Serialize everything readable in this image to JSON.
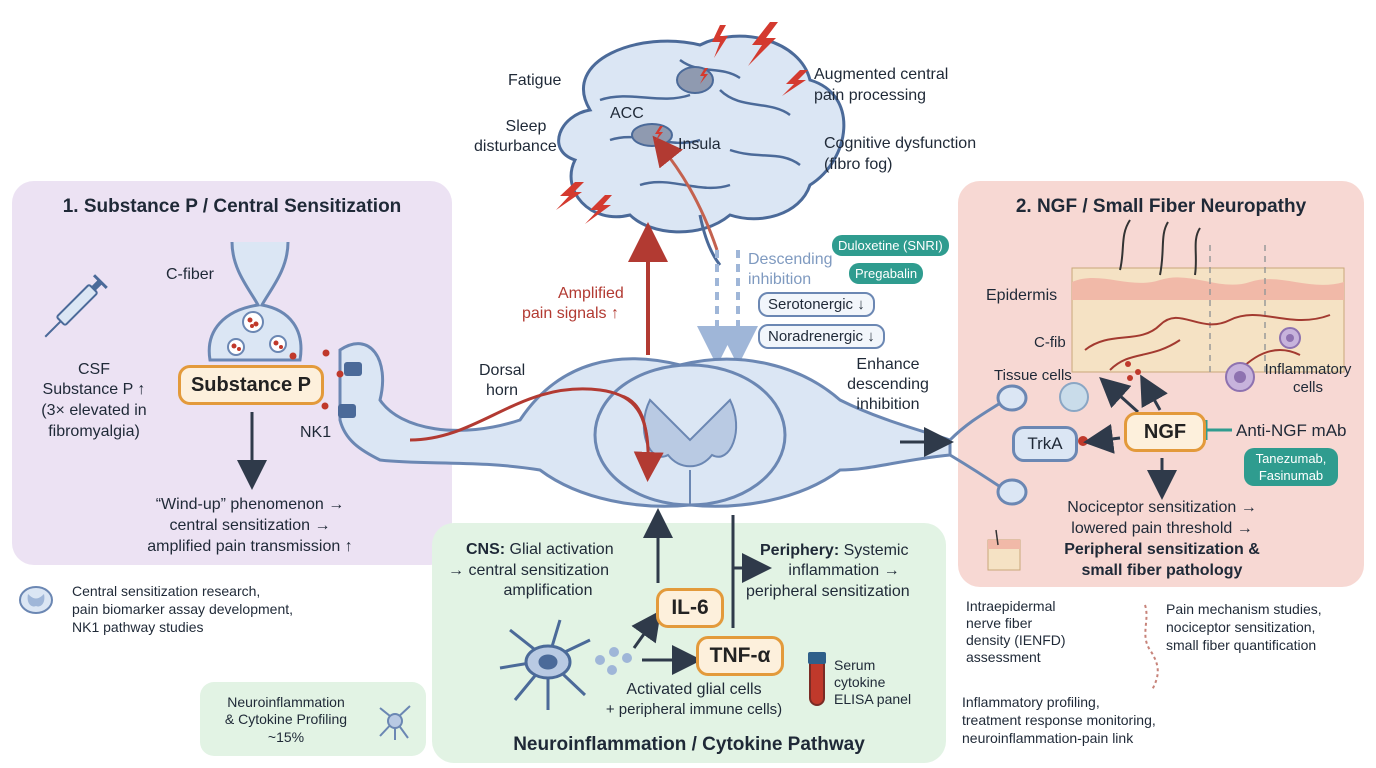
{
  "panels": {
    "substance_p": {
      "title": "1. Substance P / Central Sensitization"
    },
    "ngf": {
      "title": "2. NGF / Small Fiber Neuropathy"
    },
    "neuroinflammation": {
      "title": "Neuroinflammation / Cytokine Pathway"
    }
  },
  "brain": {
    "fatigue": "Fatigue",
    "sleep_line1": "Sleep",
    "sleep_line2": "disturbance",
    "acc": "ACC",
    "insula": "Insula",
    "augmented_line1": "Augmented central",
    "augmented_line2": "pain processing",
    "cognitive_line1": "Cognitive dysfunction",
    "cognitive_line2": "(fibro fog)"
  },
  "center": {
    "amplified_line1": "Amplified",
    "amplified_line2": "pain signals ↑",
    "descending_line1": "Descending",
    "descending_line2": "inhibition",
    "serotonergic": "Serotonergic ↓",
    "noradrenergic": "Noradrenergic ↓",
    "dorsal_line1": "Dorsal",
    "dorsal_line2": "horn",
    "enhance_line1": "Enhance",
    "enhance_line2": "descending",
    "enhance_line3": "inhibition",
    "drug_duloxetine": "Duloxetine (SNRI)",
    "drug_pregabalin": "Pregabalin"
  },
  "substance_p": {
    "c_fiber": "C-fiber",
    "pill": "Substance P",
    "nk1": "NK1",
    "csf_line1": "CSF",
    "csf_line2": "Substance P ↑",
    "csf_line3": "(3× elevated in",
    "csf_line4": "fibromyalgia)",
    "windup_line1": "“Wind-up” phenomenon →",
    "windup_line2": "central sensitization →",
    "windup_line3": "amplified pain transmission ↑",
    "research_line1": "Central sensitization research,",
    "research_line2": "pain biomarker assay development,",
    "research_line3": "NK1 pathway studies"
  },
  "ngf": {
    "epidermis": "Epidermis",
    "c_fib": "C-fib",
    "tissue_cells": "Tissue cells",
    "inflammatory_line1": "Inflammatory",
    "inflammatory_line2": "cells",
    "trka": "TrkA",
    "pill": "NGF",
    "anti_ngf": "Anti-NGF mAb",
    "drug_line1": "Tanezumab,",
    "drug_line2": "Fasinumab",
    "outcome_line1": "Nociceptor sensitization →",
    "outcome_line2": "lowered pain threshold →",
    "outcome_line3": "Peripheral sensitization &",
    "outcome_line4": "small fiber pathology",
    "ienfd_line1": "Intraepidermal",
    "ienfd_line2": "nerve fiber",
    "ienfd_line3": "density (IENFD)",
    "ienfd_line4": "assessment",
    "mech_line1": "Pain mechanism studies,",
    "mech_line2": "nociceptor sensitization,",
    "mech_line3": "small fiber quantification"
  },
  "cytokine": {
    "cns_bold": "CNS:",
    "cns_line1": " Glial activation",
    "cns_line2": "→ central sensitization",
    "cns_line3": "amplification",
    "periphery_bold": "Periphery:",
    "periphery_line1": " Systemic",
    "periphery_line2": "inflammation →",
    "periphery_line3": "peripheral sensitization",
    "il6": "IL-6",
    "tnf": "TNF-α",
    "glial_line1": "Activated glial cells",
    "glial_line2": "+ peripheral immune cells)",
    "serum_line1": "Serum",
    "serum_line2": "cytokine",
    "serum_line3": "ELISA panel",
    "profiling_line1": "Neuroinflammation",
    "profiling_line2": "& Cytokine Profiling",
    "profiling_line3": "~15%"
  },
  "bottom_right": {
    "line1": "Inflammatory profiling,",
    "line2": "treatment response monitoring,",
    "line3": "neuroinflammation-pain link"
  },
  "colors": {
    "purple_panel": "#ece2f3",
    "pink_panel": "#f7d8d3",
    "green_panel": "#e2f3e4",
    "pill_border": "#e39a3b",
    "pill_fill": "#fdf0dc",
    "drug_teal": "#2f9c8f",
    "arrow_red": "#b23a32",
    "arrow_dark": "#2f3a4a",
    "nerve_blue": "#dbe6f4",
    "nerve_outline": "#6b87b3",
    "lightning": "#d43a2f"
  }
}
